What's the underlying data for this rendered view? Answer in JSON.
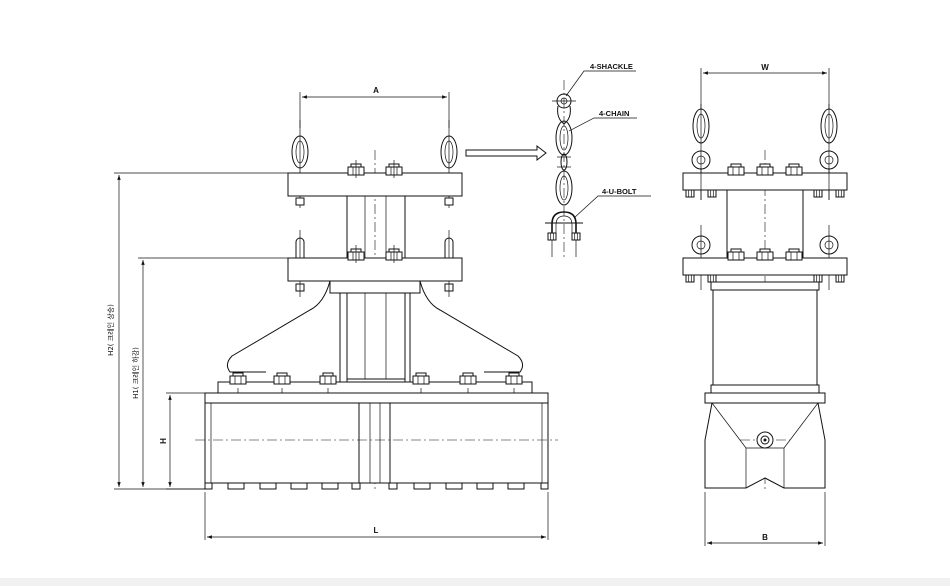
{
  "labels": {
    "shackle": "4-SHACKLE",
    "chain": "4-CHAIN",
    "ubolt": "4-U-BOLT"
  },
  "dimensions": {
    "a": "A",
    "w": "W",
    "l": "L",
    "b": "B",
    "h": "H",
    "h1": "H1( 크레인 하강)",
    "h2": "H2( 크레인 상승)"
  }
}
